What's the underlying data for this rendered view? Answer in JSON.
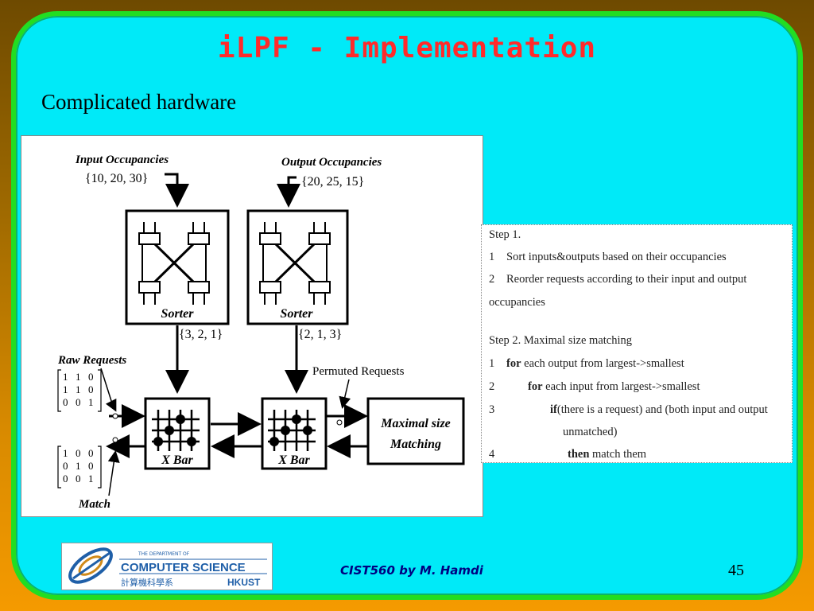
{
  "slide": {
    "title": "iLPF - Implementation",
    "subtitle": "Complicated hardware",
    "footer": "CIST560 by M. Hamdi",
    "page_number": "45"
  },
  "diagram": {
    "input_occupancies_label": "Input Occupancies",
    "input_occupancies_values": "{10, 20, 30}",
    "output_occupancies_label": "Output Occupancies",
    "output_occupancies_values": "{20, 25, 15}",
    "sorter_label": "Sorter",
    "sorter1_output": "{3, 2, 1}",
    "sorter2_output": "{2, 1, 3}",
    "raw_requests_label": "Raw Requests",
    "raw_matrix": [
      [
        "1",
        "1",
        "0"
      ],
      [
        "1",
        "1",
        "0"
      ],
      [
        "0",
        "0",
        "1"
      ]
    ],
    "match_label": "Match",
    "match_matrix": [
      [
        "1",
        "0",
        "0"
      ],
      [
        "0",
        "1",
        "0"
      ],
      [
        "0",
        "0",
        "1"
      ]
    ],
    "xbar_label": "X Bar",
    "permuted_requests_label": "Permuted Requests",
    "maximal_line1": "Maximal size",
    "maximal_line2": "Matching"
  },
  "steps": {
    "step1_title": "Step 1.",
    "s1_1_num": "1",
    "s1_1_text": "Sort inputs&outputs based on their occupancies",
    "s1_2_num": "2",
    "s1_2_text": "Reorder requests according to their input and output",
    "s1_2_cont": "occupancies",
    "step2_title": "Step 2. Maximal size matching",
    "l1_num": "1",
    "l1_kw": "for",
    "l1_text": " each output from largest->smallest",
    "l2_num": "2",
    "l2_kw": "for",
    "l2_text": " each input from largest->smallest",
    "l3_num": "3",
    "l3_kw": "if",
    "l3_text": "(there is a request) and (both input and output",
    "l3_cont": "unmatched)",
    "l4_num": "4",
    "l4_kw": "then",
    "l4_text": " match them"
  },
  "logo": {
    "small_text": "THE DEPARTMENT OF",
    "main_text": "COMPUTER SCIENCE",
    "chinese_text": "計算機科學系",
    "hkust": "HKUST"
  }
}
